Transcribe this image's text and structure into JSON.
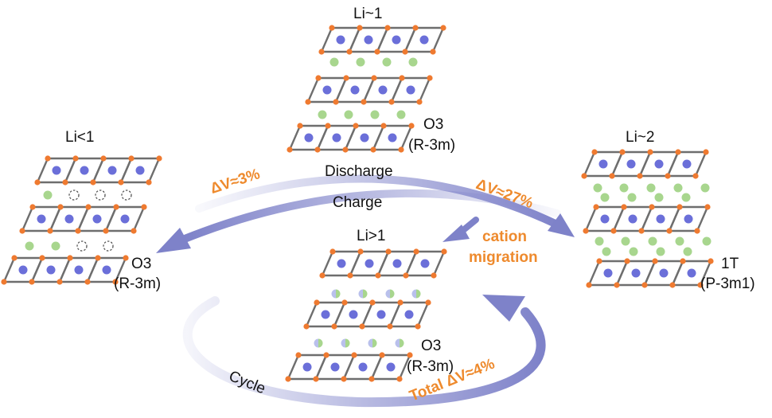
{
  "structures": [
    {
      "id": "top",
      "li_label": "Li~1",
      "phase_label": "O3",
      "space_group": "(R-3m)",
      "interlayer": "filled"
    },
    {
      "id": "left",
      "li_label": "Li<1",
      "phase_label": "O3",
      "space_group": "(R-3m)",
      "interlayer": "partial-vacancy"
    },
    {
      "id": "right",
      "li_label": "Li~2",
      "phase_label": "1T",
      "space_group": "(P-3m1)",
      "interlayer": "double-filled"
    },
    {
      "id": "center",
      "li_label": "Li>1",
      "phase_label": "O3",
      "space_group": "(R-3m)",
      "interlayer": "mixed-cation"
    }
  ],
  "arrows": {
    "discharge_label": "Discharge",
    "charge_label": "Charge",
    "left_volume_change": "ΔV≈3%",
    "right_volume_change": "ΔV≈27%",
    "migration_label_line1": "cation",
    "migration_label_line2": "migration",
    "cycle_label": "Cycle",
    "total_volume_change": "Total ΔV≈4%"
  },
  "colors": {
    "framework_line": "#6e6e6e",
    "corner_atom": "#ef7a30",
    "transition_metal": "#6b6fd9",
    "lithium": "#a8d68e",
    "vacancy_outline": "#555555",
    "arrow": "#7e82c9",
    "highlight_text": "#ee8a2d"
  }
}
